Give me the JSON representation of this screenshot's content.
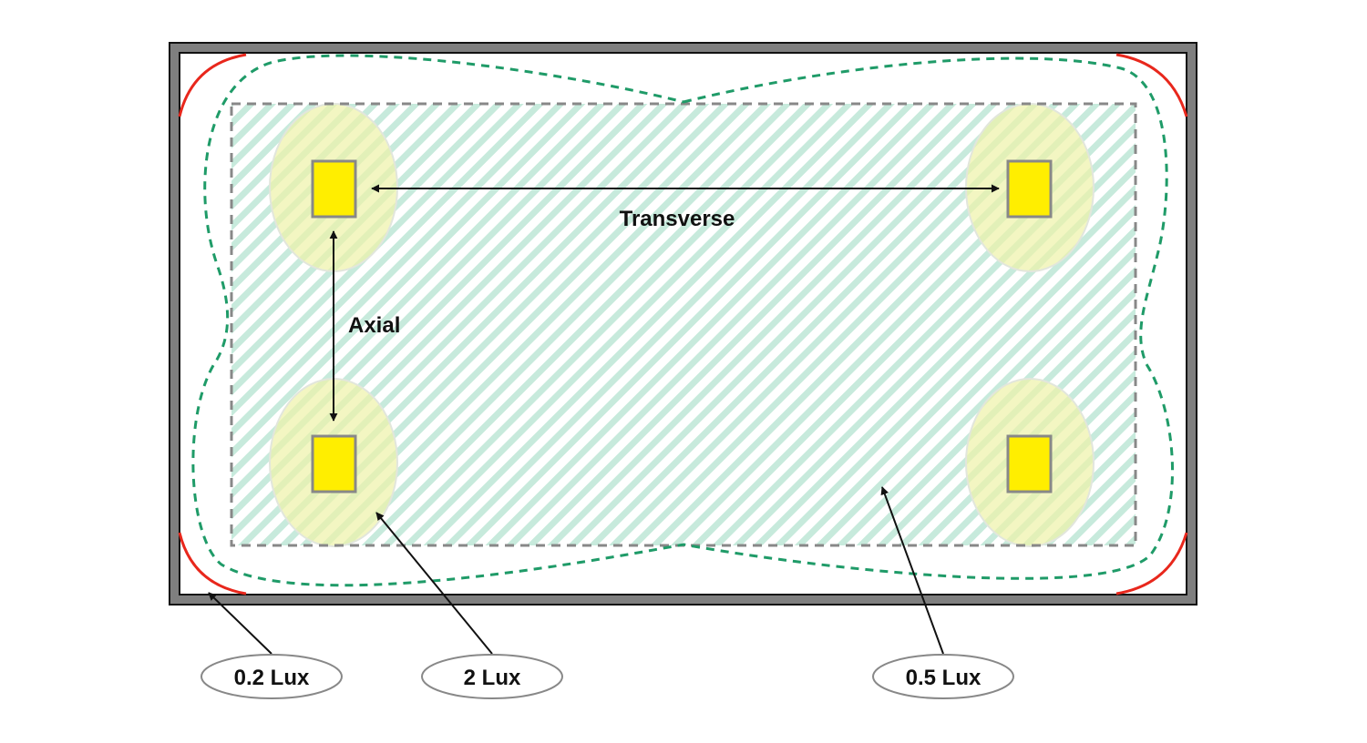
{
  "labels": {
    "transverse": "Transverse",
    "axial": "Axial"
  },
  "callouts": [
    {
      "text": "0.2 Lux"
    },
    {
      "text": "2 Lux"
    },
    {
      "text": "0.5 Lux"
    }
  ],
  "colors": {
    "room_border": "#7f7f7f",
    "room_outline": "#111111",
    "contour_0_2_lux": "#e8271c",
    "contour_0_5_lux": "#1f9b68",
    "hatch_0_5_lux": "#c7eadc",
    "area_outline": "#888888",
    "zone_2_lux": "#eef2a8",
    "luminaire_fill": "#ffee00",
    "luminaire_border": "#888888",
    "arrow": "#111111"
  }
}
